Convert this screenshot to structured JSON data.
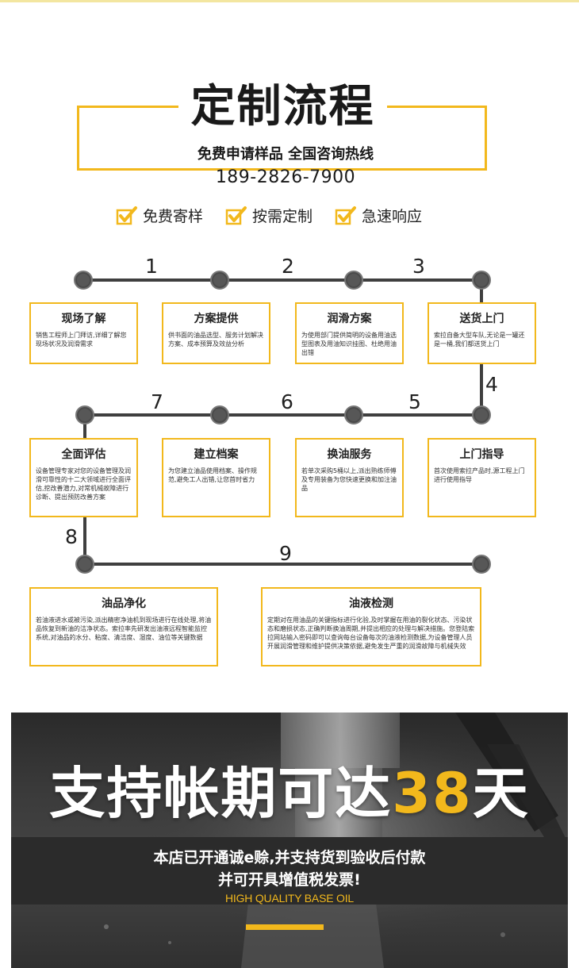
{
  "header": {
    "title": "定制流程",
    "subtitle": "免费申请样品 全国咨询热线",
    "phone": "189-2826-7900"
  },
  "features": [
    "免费寄样",
    "按需定制",
    "急速响应"
  ],
  "colors": {
    "accent": "#f2b81c",
    "line": "#3f3f3f"
  },
  "steps": [
    {
      "num": "1",
      "title": "现场了解",
      "desc": "销售工程师上门拜访,详细了解您现场状况及润滑需求"
    },
    {
      "num": "2",
      "title": "方案提供",
      "desc": "供书面的油品选型、服务计划解决方案、成本预算及效益分析"
    },
    {
      "num": "3",
      "title": "润滑方案",
      "desc": "为使用部门提供简明的设备用油选型图表及用油知识挂图、杜绝用油出错"
    },
    {
      "num": "4",
      "title": "送货上门",
      "desc": "索拉自备大型车队,无论是一罐还是一桶,我们都送货上门"
    },
    {
      "num": "5",
      "title": "上门指导",
      "desc": "首次使用索拉产品时,源工程上门进行使用指导"
    },
    {
      "num": "6",
      "title": "换油服务",
      "desc": "若单次采购5桶以上,派出熟练师傅及专用装备为您快速更换和加注油品"
    },
    {
      "num": "7",
      "title": "建立档案",
      "desc": "为您建立油品使用档案、操作规范,避免工人出错,让您首时省力"
    },
    {
      "num": "8",
      "title": "全面评估",
      "desc": "设备管理专家对您的设备管理及润滑可靠性的十二大领域进行全面评估,挖改善潜力,对常机械故障进行诊断、提出预防改善方案"
    },
    {
      "num": "9",
      "title": "油液检测",
      "desc": "定期对在用油品的关键指标进行化验,及时掌握在用油的裂化状态、污染状态和磨损状态,正确判断换油周期,并提出相应的处理与解决措施。您登陆索拉网站输入密码即可以查询每台设备每次的油液检测数据,为设备管理人员开展润滑管理和维护提供决策依据,避免发生严重的润滑故障与机械失效"
    },
    {
      "num": "",
      "title": "油品净化",
      "desc": "若油液进水或被污染,派出精密净油机到现场进行在线处理,将油品恢复到新油的洁净状态。索拉率先研发出油液远程智能监控系统,对油品的水分、粘度、清洁度、湿度、油位等关键数据"
    }
  ],
  "banner": {
    "headline_pre": "支持帐期可达",
    "headline_num": "38",
    "headline_post": "天",
    "line1": "本店已开通诚e赊,并支持货到验收后付款",
    "line2": "并可开具增值税发票!",
    "en": "HIGH QUALITY BASE OIL"
  }
}
